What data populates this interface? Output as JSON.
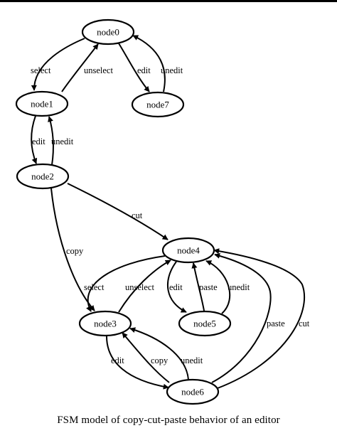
{
  "diagram": {
    "nodes": [
      {
        "id": "node0",
        "label": "node0"
      },
      {
        "id": "node1",
        "label": "node1"
      },
      {
        "id": "node7",
        "label": "node7"
      },
      {
        "id": "node2",
        "label": "node2"
      },
      {
        "id": "node4",
        "label": "node4"
      },
      {
        "id": "node3",
        "label": "node3"
      },
      {
        "id": "node5",
        "label": "node5"
      },
      {
        "id": "node6",
        "label": "node6"
      }
    ],
    "edges": [
      {
        "from": "node0",
        "to": "node1",
        "label": "select"
      },
      {
        "from": "node1",
        "to": "node0",
        "label": "unselect"
      },
      {
        "from": "node0",
        "to": "node7",
        "label": "edit"
      },
      {
        "from": "node7",
        "to": "node0",
        "label": "unedit"
      },
      {
        "from": "node1",
        "to": "node2",
        "label": "edit"
      },
      {
        "from": "node2",
        "to": "node1",
        "label": "unedit"
      },
      {
        "from": "node2",
        "to": "node4",
        "label": "cut"
      },
      {
        "from": "node2",
        "to": "node3",
        "label": "copy"
      },
      {
        "from": "node4",
        "to": "node3",
        "label": "select"
      },
      {
        "from": "node3",
        "to": "node4",
        "label": "unselect"
      },
      {
        "from": "node4",
        "to": "node5",
        "label": "edit"
      },
      {
        "from": "node5",
        "to": "node4",
        "label": "paste"
      },
      {
        "from": "node5",
        "to": "node4",
        "label": "unedit"
      },
      {
        "from": "node3",
        "to": "node6",
        "label": "edit"
      },
      {
        "from": "node6",
        "to": "node3",
        "label": "copy"
      },
      {
        "from": "node6",
        "to": "node3",
        "label": "unedit"
      },
      {
        "from": "node6",
        "to": "node4",
        "label": "paste"
      },
      {
        "from": "node6",
        "to": "node4",
        "label": "cut"
      }
    ]
  },
  "caption": "FSM model of copy-cut-paste behavior of an editor"
}
